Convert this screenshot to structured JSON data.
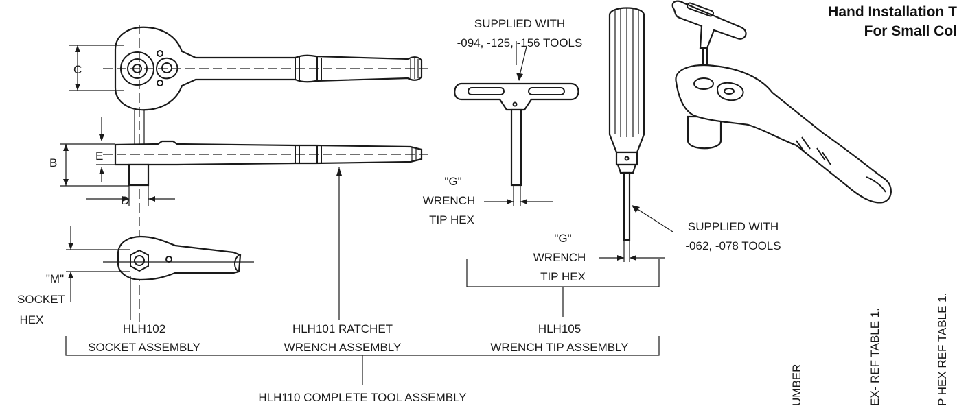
{
  "title": {
    "line1": "Hand Installation T",
    "line2": "For Small Col"
  },
  "labels": {
    "dim_c": "C",
    "dim_b": "B",
    "dim_e": "E",
    "dim_d": "D",
    "m_socket_hex": [
      "\"M\"",
      "SOCKET",
      "HEX"
    ],
    "supplied_t": [
      "SUPPLIED WITH",
      "-094, -125, -156 TOOLS"
    ],
    "g_hex_left": [
      "\"G\"",
      "WRENCH",
      "TIP HEX"
    ],
    "g_hex_right": [
      "\"G\"",
      "WRENCH",
      "TIP HEX"
    ],
    "supplied_screw": [
      "SUPPLIED WITH",
      "-062, -078 TOOLS"
    ],
    "hlh102": [
      "HLH102",
      "SOCKET ASSEMBLY"
    ],
    "hlh101": [
      "HLH101 RATCHET",
      "WRENCH ASSEMBLY"
    ],
    "hlh105": [
      "HLH105",
      "WRENCH TIP ASSEMBLY"
    ],
    "hlh110": "HLH110 COMPLETE TOOL ASSEMBLY"
  },
  "table_headers_rotated": [
    "UMBER",
    "EX- REF TABLE 1.",
    "P HEX REF TABLE 1."
  ]
}
